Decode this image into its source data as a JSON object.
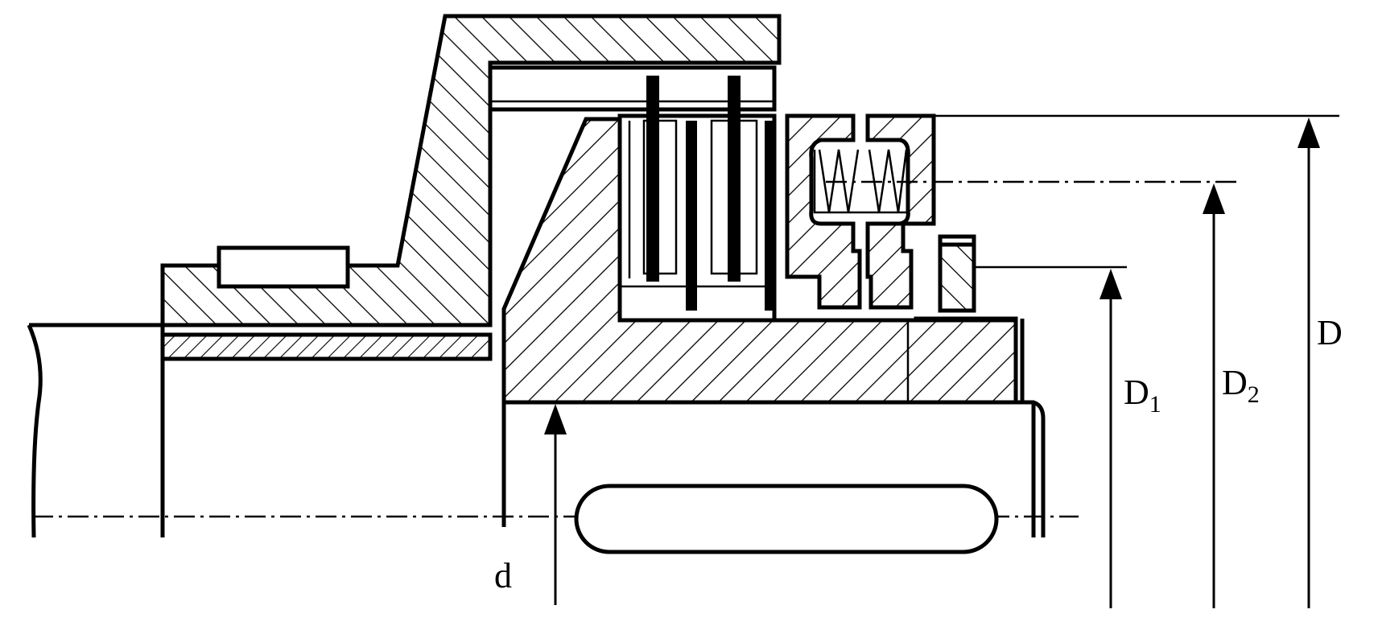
{
  "labels": {
    "d": "d",
    "D1_main": "D",
    "D1_sub": "1",
    "D2_main": "D",
    "D2_sub": "2",
    "D": "D"
  },
  "colors": {
    "line": "#000000",
    "background": "#ffffff"
  }
}
